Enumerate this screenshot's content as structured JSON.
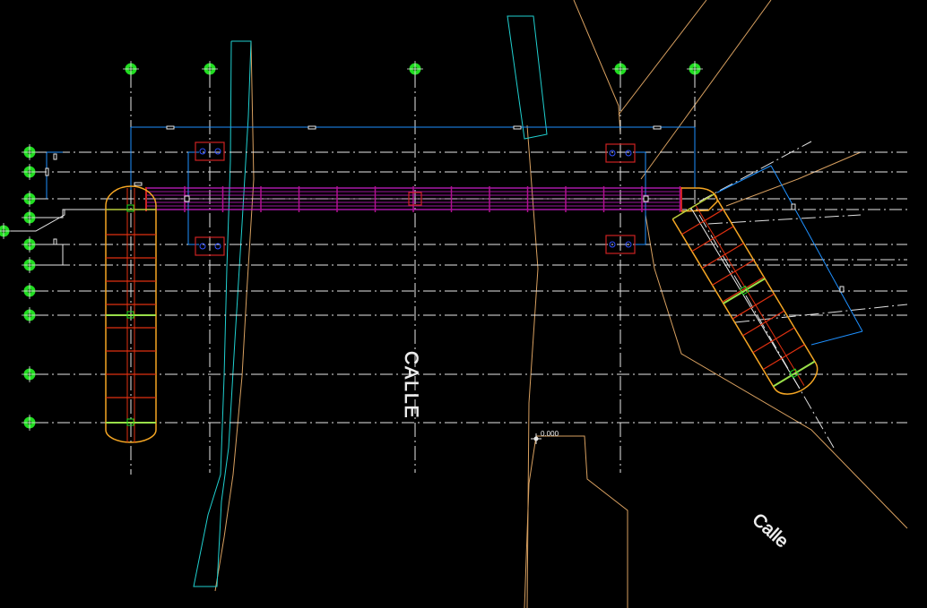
{
  "drawing": {
    "street_label_vertical": "CALLE",
    "street_label_rotated": "Calle",
    "elevation_marker": "0.000"
  },
  "colors": {
    "background": "#000000",
    "grid": "#e8e8e8",
    "grid_bubble": "#22dd22",
    "dimension": "#1e90ff",
    "bridge_magenta": "#d020d0",
    "stair_orange": "#f5a623",
    "stair_red": "#e03010",
    "terrain_cyan": "#20d0d0",
    "terrain_tan": "#d8a060",
    "column_red": "#cc2222"
  }
}
